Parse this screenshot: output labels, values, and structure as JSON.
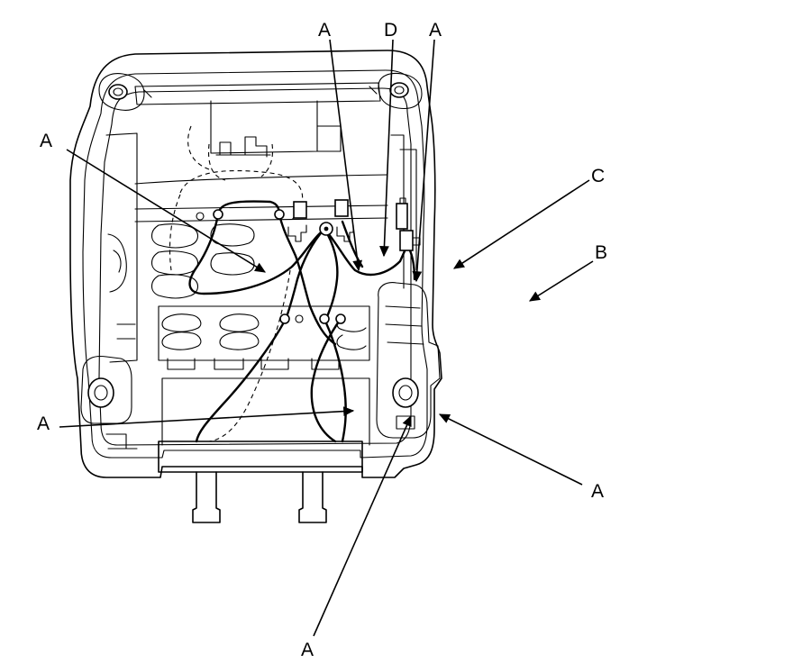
{
  "diagram": {
    "callouts": [
      {
        "id": "a-top-left",
        "label": "A"
      },
      {
        "id": "a-top-center",
        "label": "A"
      },
      {
        "id": "d-top",
        "label": "D"
      },
      {
        "id": "a-top-right",
        "label": "A"
      },
      {
        "id": "c-right",
        "label": "C"
      },
      {
        "id": "b-right",
        "label": "B"
      },
      {
        "id": "a-left-lower",
        "label": "A"
      },
      {
        "id": "a-right-lower",
        "label": "A"
      },
      {
        "id": "a-bottom",
        "label": "A"
      }
    ],
    "colors": {
      "line": "#000000",
      "background": "#ffffff"
    }
  }
}
